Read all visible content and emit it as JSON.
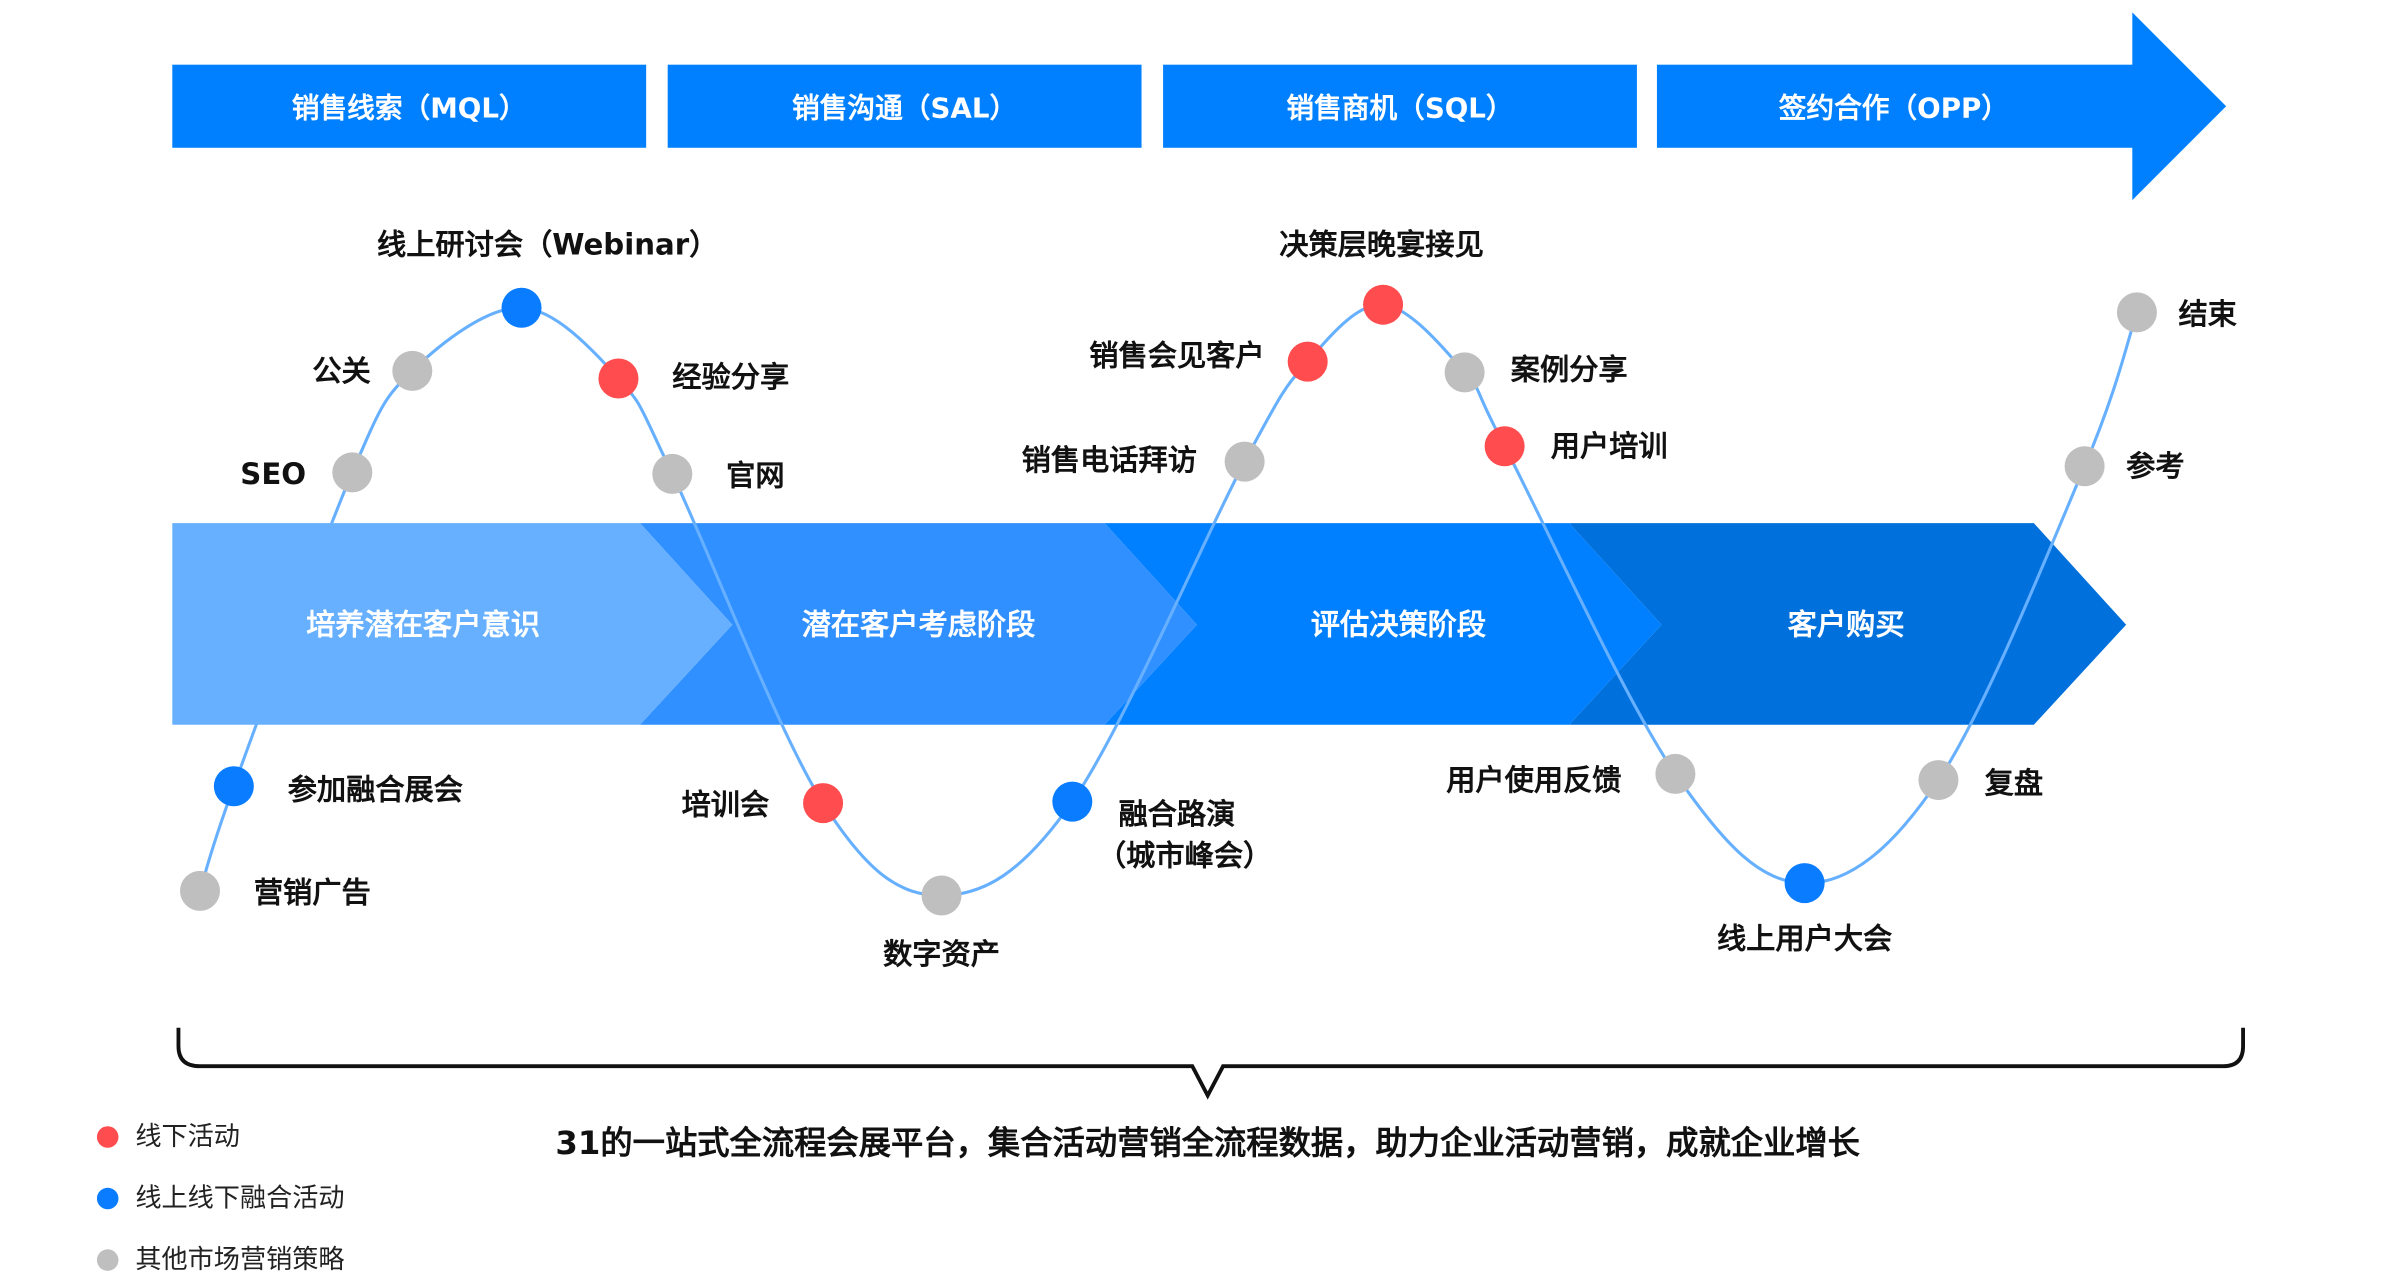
{
  "colors": {
    "offline": "#ff4d4f",
    "hybrid": "#0a7cff",
    "other": "#bfbfbf",
    "curve": "#66b0ff",
    "bar": "#0080ff"
  },
  "stages": [
    "销售线索（MQL）",
    "销售沟通（SAL）",
    "销售商机（SQL）",
    "签约合作（OPP）"
  ],
  "phases": [
    "培养潜在客户意识",
    "潜在客户考虑阶段",
    "评估决策阶段",
    "客户购买"
  ],
  "points": [
    {
      "label": "营销广告",
      "type": "other"
    },
    {
      "label": "参加融合展会",
      "type": "hybrid"
    },
    {
      "label": "SEO",
      "type": "other"
    },
    {
      "label": "公关",
      "type": "other"
    },
    {
      "label": "线上研讨会（Webinar）",
      "type": "hybrid"
    },
    {
      "label": "经验分享",
      "type": "offline"
    },
    {
      "label": "官网",
      "type": "other"
    },
    {
      "label": "培训会",
      "type": "offline"
    },
    {
      "label": "数字资产",
      "type": "other"
    },
    {
      "label": "融合路演",
      "label2": "（城市峰会）",
      "type": "hybrid"
    },
    {
      "label": "销售电话拜访",
      "type": "other"
    },
    {
      "label": "销售会见客户",
      "type": "offline"
    },
    {
      "label": "决策层晚宴接见",
      "type": "offline"
    },
    {
      "label": "案例分享",
      "type": "other"
    },
    {
      "label": "用户培训",
      "type": "offline"
    },
    {
      "label": "用户使用反馈",
      "type": "other"
    },
    {
      "label": "线上用户大会",
      "type": "hybrid"
    },
    {
      "label": "复盘",
      "type": "other"
    },
    {
      "label": "参考",
      "type": "other"
    },
    {
      "label": "结束",
      "type": "other"
    }
  ],
  "tagline": "31的一站式全流程会展平台，集合活动营销全流程数据，助力企业活动营销，成就企业增长",
  "legend": [
    {
      "label": "线下活动",
      "type": "offline"
    },
    {
      "label": "线上线下融合活动",
      "type": "hybrid"
    },
    {
      "label": "其他市场营销策略",
      "type": "other"
    }
  ]
}
